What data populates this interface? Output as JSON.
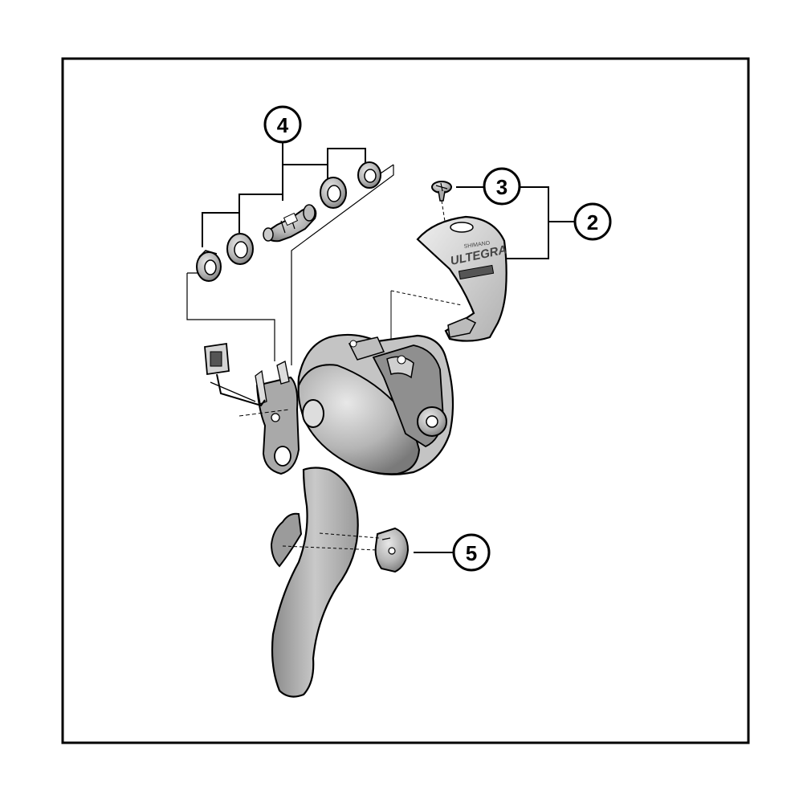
{
  "callouts": [
    {
      "id": "1",
      "label": "4"
    },
    {
      "id": "2",
      "label": "3"
    },
    {
      "id": "3",
      "label": "2"
    },
    {
      "id": "4",
      "label": "5"
    }
  ],
  "cover_logo": {
    "brand_small": "SHIMANO",
    "brand_main": "ULTEGRA"
  }
}
